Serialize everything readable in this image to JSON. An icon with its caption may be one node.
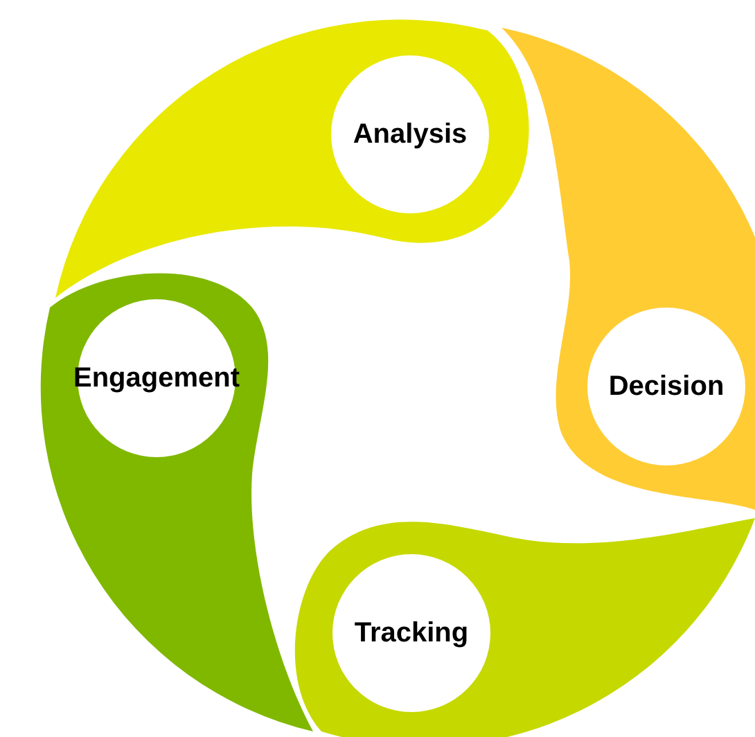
{
  "diagram": {
    "nodes": [
      {
        "text": [
          "Analysis"
        ]
      },
      {
        "text": [
          "Decision"
        ]
      },
      {
        "text": [
          "Tracking"
        ]
      },
      {
        "text": [
          "Engagement"
        ]
      }
    ]
  }
}
